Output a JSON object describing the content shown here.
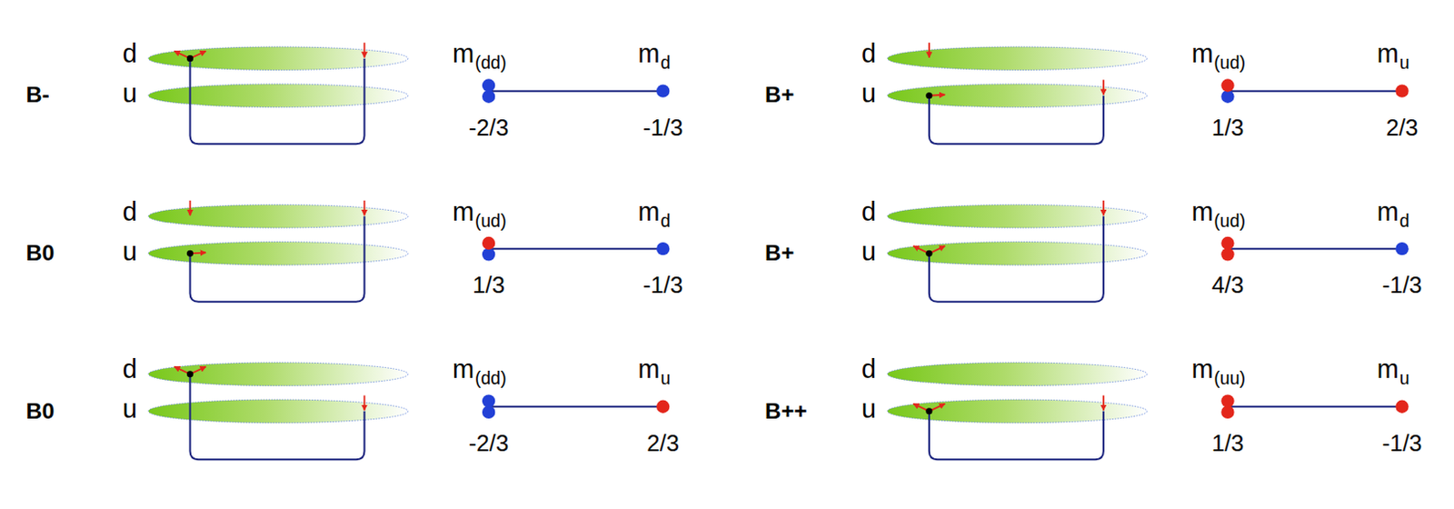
{
  "diagram": {
    "labels": [
      "B-",
      "d",
      "u",
      "m",
      "(dd)",
      "m",
      "d",
      "-2/3",
      "-1/3",
      "B+",
      "d",
      "u",
      "m",
      "(ud)",
      "m",
      "u",
      "1/3",
      "2/3",
      "B0",
      "d",
      "u",
      "m",
      "(ud)",
      "m",
      "d",
      "1/3",
      "-1/3",
      "B+",
      "d",
      "u",
      "m",
      "(ud)",
      "m",
      "d",
      "4/3",
      "-1/3",
      "B0",
      "d",
      "u",
      "m",
      "(dd)",
      "m",
      "u",
      "-2/3",
      "2/3",
      "B++",
      "d",
      "u",
      "m",
      "(uu)",
      "m",
      "u",
      "1/3",
      "-1/3"
    ]
  }
}
